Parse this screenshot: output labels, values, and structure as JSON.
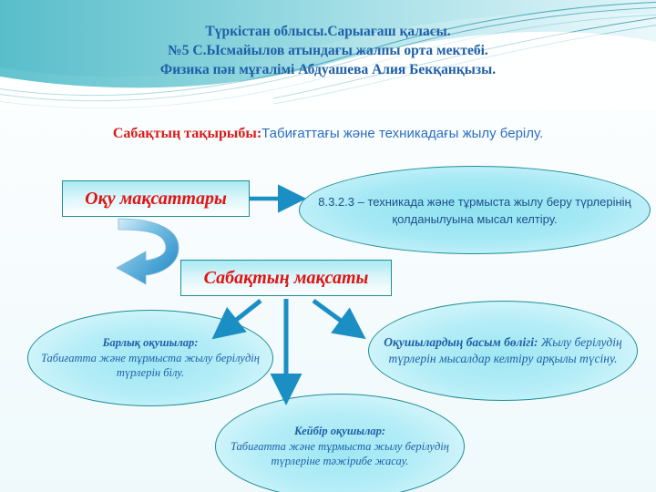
{
  "slide": {
    "header": {
      "lines": [
        "Түркістан облысы.Сарыағаш қаласы.",
        "№5 С.Ысмайылов атындағы жалпы орта мектебі.",
        "Физика пән мұғалімі Абдуашева Алия Бекқанқызы."
      ]
    },
    "topic": {
      "label": "Сабақтың тақырыбы:",
      "value": "Табиғаттағы және техникадағы жылу берілу."
    },
    "boxes": {
      "learning_objectives": "Оқу мақсаттары",
      "lesson_goal": "Сабақтың мақсаты"
    },
    "objective": {
      "text": "8.3.2.3 – техникада және тұрмыста жылу беру түрлерінің қолданылуына мысал келтіру."
    },
    "differentiation": {
      "all_students": {
        "lead": "Барлық оқушылар:",
        "body": "Табиғатта және тұрмыста жылу берілудің түрлерін білу."
      },
      "most_students": {
        "lead": "Оқушылардың басым бөлігі:",
        "body": " Жылу берілудің түрлерін мысалдар келтіру арқылы түсіну."
      },
      "some_students": {
        "lead": "Кейбір оқушылар:",
        "body": "Табиғатта және тұрмыста жылу берілудің түрлеріне тәжірибе жасау."
      }
    },
    "colors": {
      "header_blue": "#1f5fa8",
      "topic_red": "#d91b1b",
      "topic_blue": "#2a6fc4",
      "box_red": "#e01414",
      "border_teal": "#1d8f96",
      "arrow_blue": "#1b8fc4",
      "band_teal": "#6dc6d0"
    }
  }
}
